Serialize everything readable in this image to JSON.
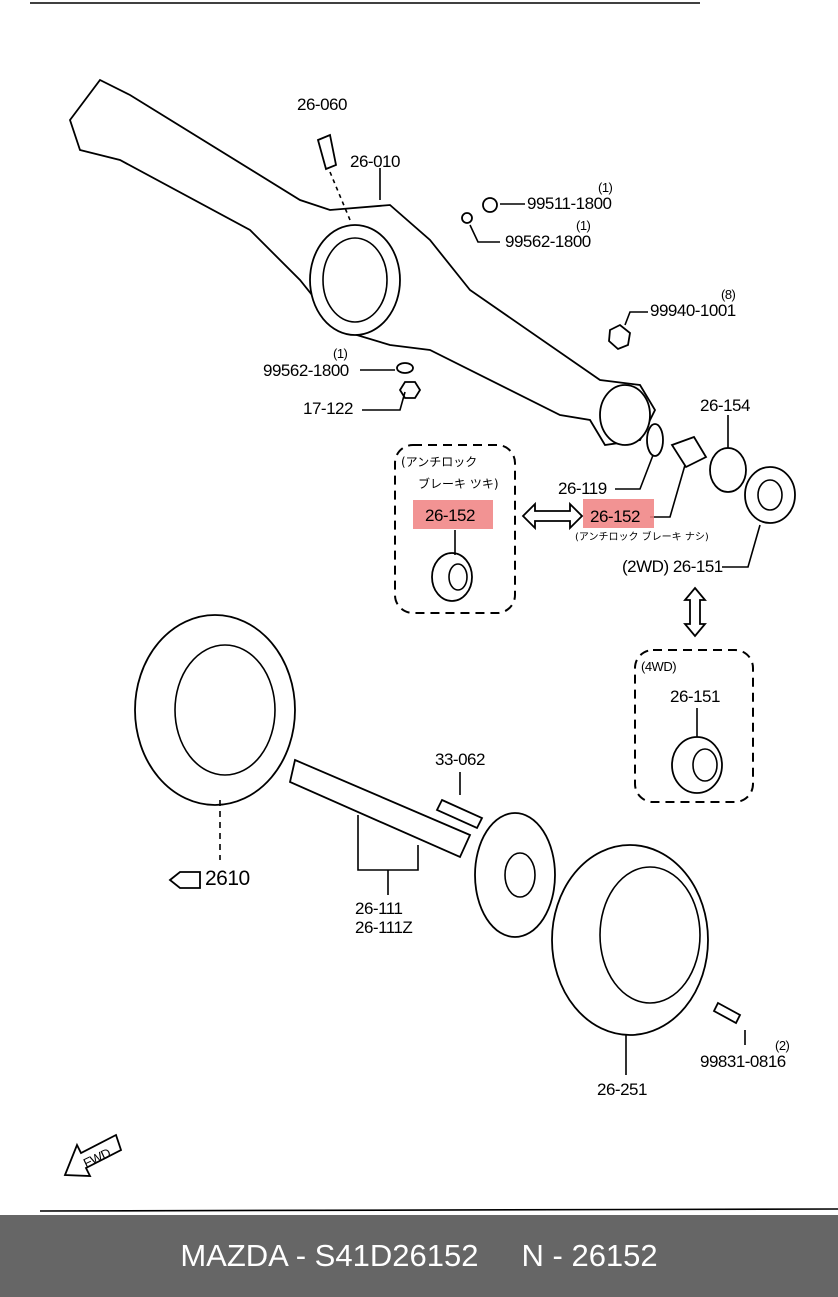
{
  "parts": {
    "p26_060": "26-060",
    "p26_010": "26-010",
    "p99511": {
      "qty": "(1)",
      "num": "99511-1800"
    },
    "p99562a": {
      "qty": "(1)",
      "num": "99562-1800"
    },
    "p99940": {
      "qty": "(8)",
      "num": "99940-1001"
    },
    "p99562b": {
      "qty": "(1)",
      "num": "99562-1800"
    },
    "p17_122": "17-122",
    "p26_154": "26-154",
    "p26_119": "26-119",
    "p26_152_abs": "26-152",
    "p26_152_noabs": "26-152",
    "abs_with_line1": "(アンチロック",
    "abs_with_line2": "ブレーキ ツキ)",
    "abs_without": "(アンチロック ブレーキ ナシ)",
    "p26_151_2wd": "(2WD) 26-151",
    "label_4wd": "(4WD)",
    "p26_151_4wd": "26-151",
    "p33_062": "33-062",
    "p2610": "2610",
    "p26_111": "26-111",
    "p26_111z": "26-111Z",
    "p99831": {
      "qty": "(2)",
      "num": "99831-0816"
    },
    "p26_251": "26-251",
    "fwd": "FWD"
  },
  "highlight_color": "#f08080",
  "footer": {
    "brand_part": "MAZDA - S41D26152",
    "code": "N - 26152"
  }
}
